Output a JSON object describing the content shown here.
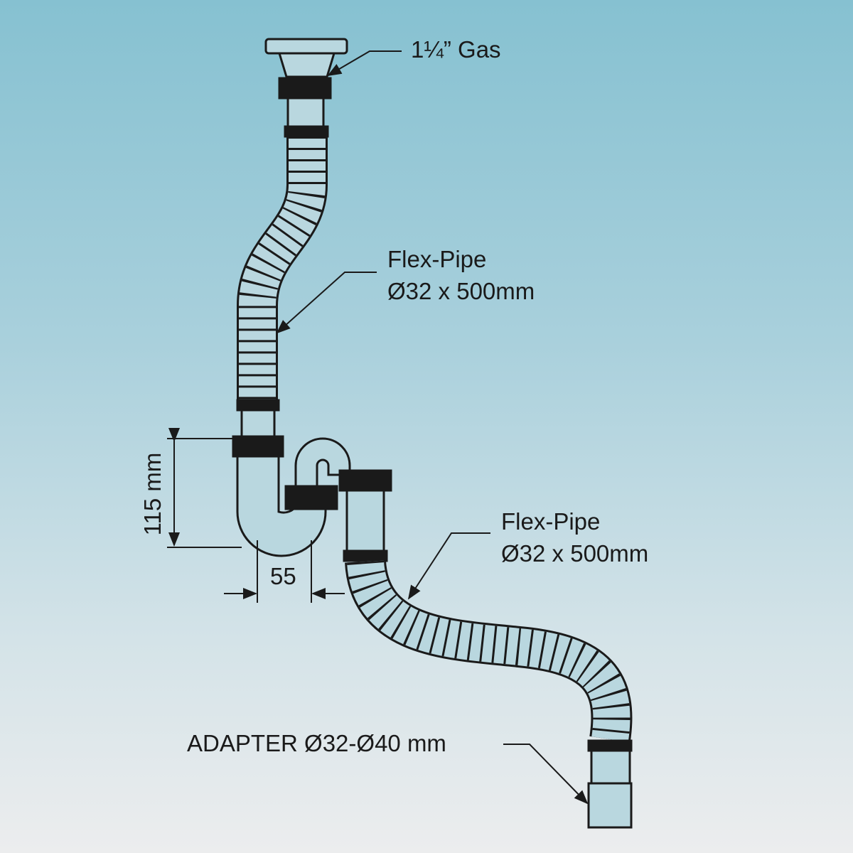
{
  "labels": {
    "inlet": "1¼” Gas",
    "flex_pipe_1": {
      "title": "Flex-Pipe",
      "spec": "Ø32 x 500mm"
    },
    "flex_pipe_2": {
      "title": "Flex-Pipe",
      "spec": "Ø32 x 500mm"
    },
    "adapter": "ADAPTER Ø32-Ø40 mm"
  },
  "dimensions": {
    "height": "115 mm",
    "offset": "55"
  },
  "colors": {
    "line": "#1a1a1a",
    "pipe_fill": "#b7d6de"
  }
}
